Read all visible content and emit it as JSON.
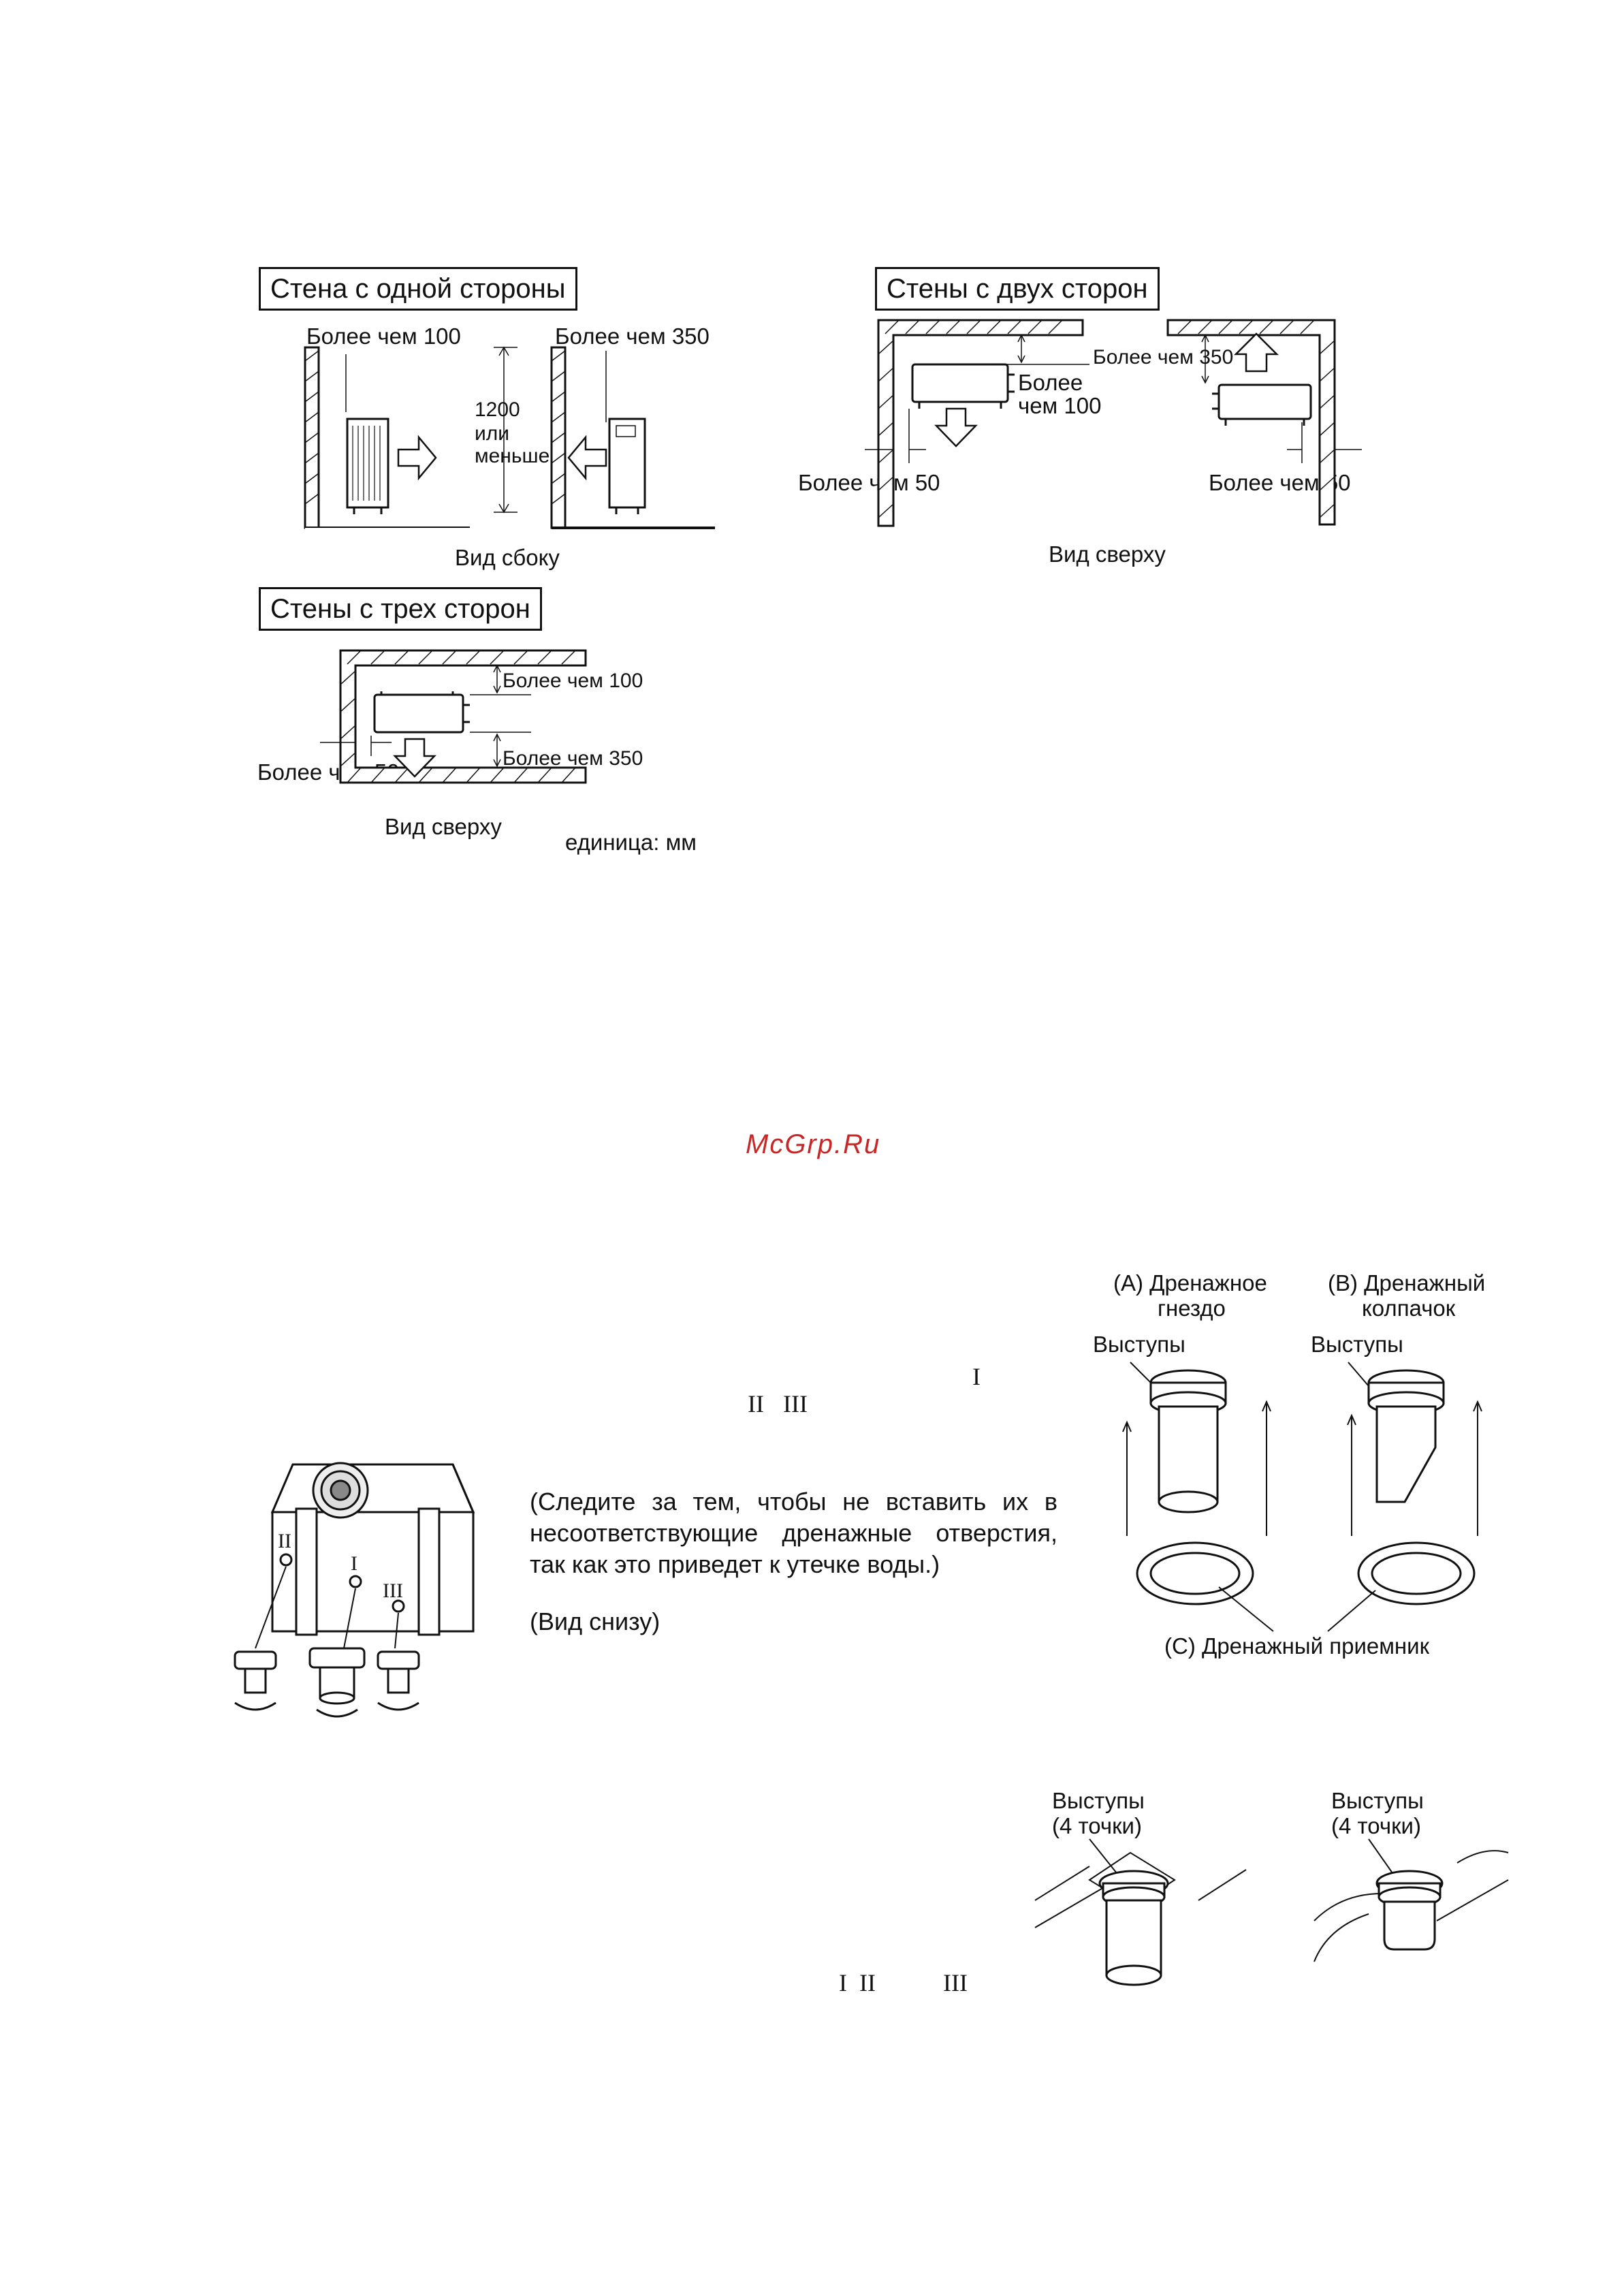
{
  "sections": {
    "one_side": {
      "title": "Стена с одной стороны",
      "label_100": "Более чем 100",
      "label_350": "Более чем 350",
      "height_value": "1200",
      "height_or": "или",
      "height_less": "меньше",
      "caption": "Вид сбоку"
    },
    "two_sides": {
      "title": "Стены с двух сторон",
      "label_350": "Более чем 350",
      "label_100_a": "Более",
      "label_100_b": "чем 100",
      "label_50_left": "Более чем 50",
      "label_50_right": "Более чем 50",
      "caption": "Вид сверху"
    },
    "three_sides": {
      "title": "Стены с трех сторон",
      "label_100": "Более чем 100",
      "label_350": "Более чем 350",
      "label_50": "Более чем 50",
      "caption": "Вид сверху",
      "unit": "единица: мм"
    }
  },
  "watermark": "McGrp.Ru",
  "drain": {
    "roman_1": "I",
    "roman_2": "II",
    "roman_3": "III",
    "note_line": "(Следите за тем, чтобы не вставить их в несоответствующие дренажные отверстия, так как это приведет к утечке воды.)",
    "bottom_view": "(Вид снизу)",
    "part_a_1": "(A) Дренажное",
    "part_a_2": "гнездо",
    "part_b_1": "(B) Дренажный",
    "part_b_2": "колпачок",
    "protrusions": "Выступы",
    "part_c": "(C) Дренажный приемник",
    "protrusions_4_a": "Выступы",
    "protrusions_4_b": "(4 точки)",
    "protrusions_4_c": "Выступы",
    "protrusions_4_d": "(4 точки)"
  }
}
